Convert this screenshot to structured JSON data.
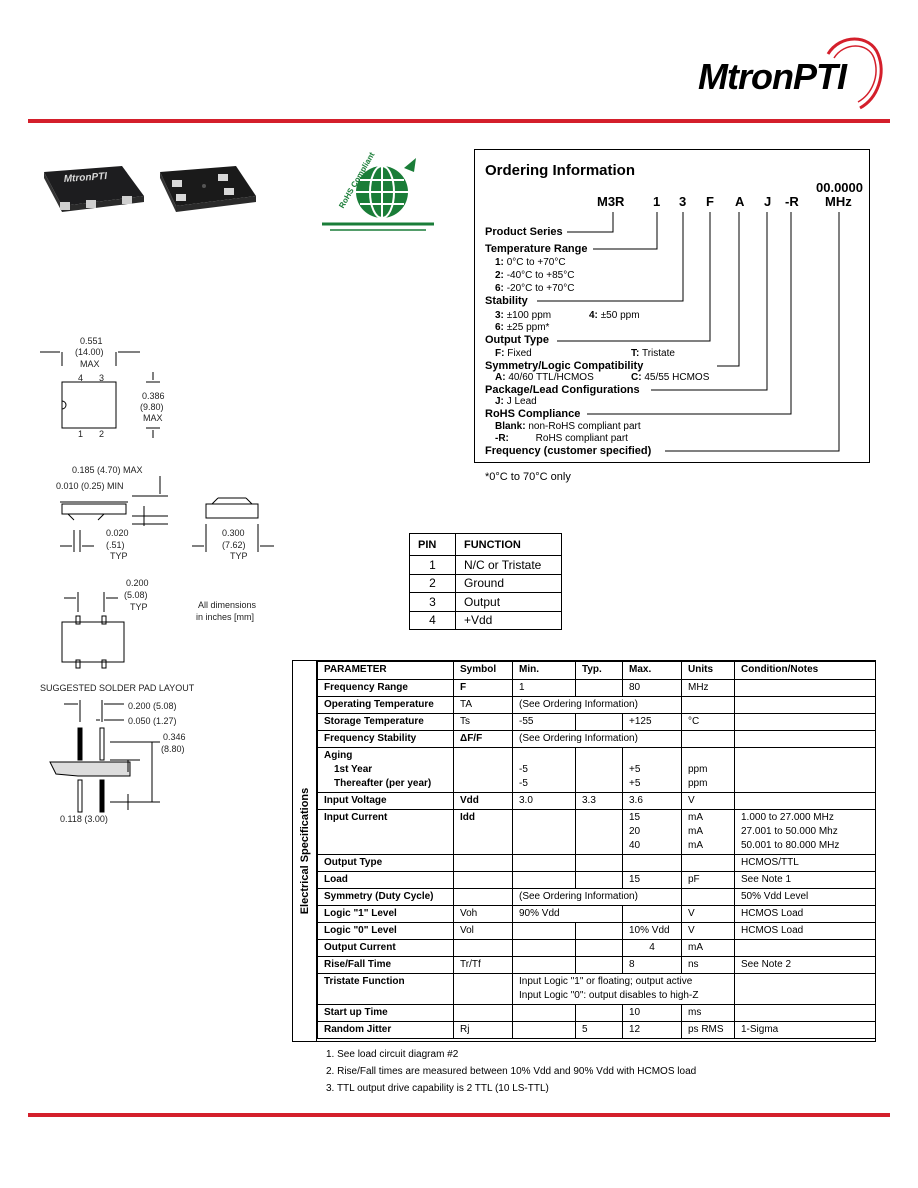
{
  "header": {
    "logo_mtron": "Mtron",
    "logo_pti": "PTI"
  },
  "ordering": {
    "title": "Ordering Information",
    "freq_value": "00.0000",
    "codes": [
      "M3R",
      "1",
      "3",
      "F",
      "A",
      "J",
      "-R",
      "MHz"
    ],
    "product_series": "Product Series",
    "temp_range": "Temperature Range",
    "temp_1_key": "1:",
    "temp_1": "0°C to +70°C",
    "temp_2_key": "2:",
    "temp_2": "-40°C to +85°C",
    "temp_6_key": "6:",
    "temp_6": "-20°C to +70°C",
    "stability": "Stability",
    "stab_3_key": "3:",
    "stab_3": "±100 ppm",
    "stab_4_key": "4:",
    "stab_4": "±50 ppm",
    "stab_6_key": "6:",
    "stab_6": "±25 ppm*",
    "output_type": "Output Type",
    "out_f_key": "F:",
    "out_f": "Fixed",
    "out_t_key": "T:",
    "out_t": "Tristate",
    "symmetry": "Symmetry/Logic Compatibility",
    "sym_a_key": "A:",
    "sym_a": "40/60 TTL/HCMOS",
    "sym_c_key": "C:",
    "sym_c": "45/55 HCMOS",
    "package": "Package/Lead Configurations",
    "pkg_j_key": "J:",
    "pkg_j": "J Lead",
    "rohs": "RoHS Compliance",
    "rohs_blank_key": "Blank:",
    "rohs_blank": "non-RoHS compliant part",
    "rohs_r_key": "-R:",
    "rohs_r": "RoHS compliant part",
    "frequency": "Frequency (customer specified)",
    "footnote": "*0°C to 70°C only"
  },
  "rohs_badge": {
    "text": "RoHS Compliant"
  },
  "drawings": {
    "top_w1": "0.551",
    "top_w2": "(14.00)",
    "top_w3": "MAX",
    "top_h1": "0.386",
    "top_h2": "(9.80)",
    "top_h3": "MAX",
    "pin4": "4",
    "pin3": "3",
    "pin1": "1",
    "pin2": "2",
    "side_h": "0.185 (4.70) MAX",
    "side_min": "0.010 (0.25) MIN",
    "side_lead1": "0.020",
    "side_lead2": "(.51)",
    "side_lead3": "TYP",
    "end_w1": "0.300",
    "end_w2": "(7.62)",
    "end_w3": "TYP",
    "bot_w1": "0.200",
    "bot_w2": "(5.08)",
    "bot_w3": "TYP",
    "dims_note1": "All dimensions",
    "dims_note2": "in inches [mm]",
    "pad_title": "SUGGESTED SOLDER PAD LAYOUT",
    "pad_w1": "0.200 (5.08)",
    "pad_w2": "0.050 (1.27)",
    "pad_h1": "0.346",
    "pad_h2": "(8.80)",
    "pad_b": "0.118 (3.00)"
  },
  "pin_table": {
    "headers": [
      "PIN",
      "FUNCTION"
    ],
    "rows": [
      [
        "1",
        "N/C or Tristate"
      ],
      [
        "2",
        "Ground"
      ],
      [
        "3",
        "Output"
      ],
      [
        "4",
        "+Vdd"
      ]
    ]
  },
  "spec": {
    "side_label": "Electrical Specifications",
    "headers": [
      "PARAMETER",
      "Symbol",
      "Min.",
      "Typ.",
      "Max.",
      "Units",
      "Condition/Notes"
    ],
    "r_freq": [
      "Frequency Range",
      "F",
      "1",
      "",
      "80",
      "MHz",
      ""
    ],
    "r_optemp": [
      "Operating Temperature",
      "TA",
      "(See Ordering Information)",
      "",
      ""
    ],
    "r_stor": [
      "Storage Temperature",
      "Ts",
      "-55",
      "",
      "+125",
      "°C",
      ""
    ],
    "r_fstab": [
      "Frequency Stability",
      "ΔF/F",
      "(See Ordering Information)",
      "",
      ""
    ],
    "r_aging": "Aging",
    "r_aging1": [
      "1st Year",
      "-5",
      "+5",
      "ppm"
    ],
    "r_aging2": [
      "Thereafter (per year)",
      "-5",
      "+5",
      "ppm"
    ],
    "r_vin": [
      "Input Voltage",
      "Vdd",
      "3.0",
      "3.3",
      "3.6",
      "V",
      ""
    ],
    "r_iin_p": "Input Current",
    "r_iin_s": "Idd",
    "r_iin": [
      [
        "15",
        "mA",
        "1.000 to 27.000 MHz"
      ],
      [
        "20",
        "mA",
        "27.001 to 50.000 Mhz"
      ],
      [
        "40",
        "mA",
        "50.001 to 80.000 MHz"
      ]
    ],
    "r_otype": [
      "Output Type",
      "HCMOS/TTL"
    ],
    "r_load": [
      "Load",
      "15",
      "pF",
      "See Note 1"
    ],
    "r_sym": [
      "Symmetry (Duty Cycle)",
      "(See Ordering Information)",
      "50% Vdd Level"
    ],
    "r_l1": [
      "Logic \"1\" Level",
      "Voh",
      "90% Vdd",
      "V",
      "HCMOS Load"
    ],
    "r_l0": [
      "Logic \"0\" Level",
      "Vol",
      "10% Vdd",
      "V",
      "HCMOS Load"
    ],
    "r_ocur": [
      "Output Current",
      "4",
      "mA"
    ],
    "r_rf": [
      "Rise/Fall Time",
      "Tr/Tf",
      "8",
      "ns",
      "See Note 2"
    ],
    "r_tri_p": "Tristate Function",
    "r_tri_1": "Input Logic \"1\" or floating; output active",
    "r_tri_2": "Input Logic \"0\": output disables to high-Z",
    "r_start": [
      "Start up Time",
      "10",
      "ms"
    ],
    "r_jit": [
      "Random Jitter",
      "Rj",
      "5",
      "12",
      "ps RMS",
      "1-Sigma"
    ],
    "notes": [
      "1. See load circuit diagram #2",
      "2. Rise/Fall times are measured between 10% Vdd and 90% Vdd with HCMOS load",
      "3. TTL output drive capability is 2 TTL (10 LS-TTL)"
    ]
  }
}
